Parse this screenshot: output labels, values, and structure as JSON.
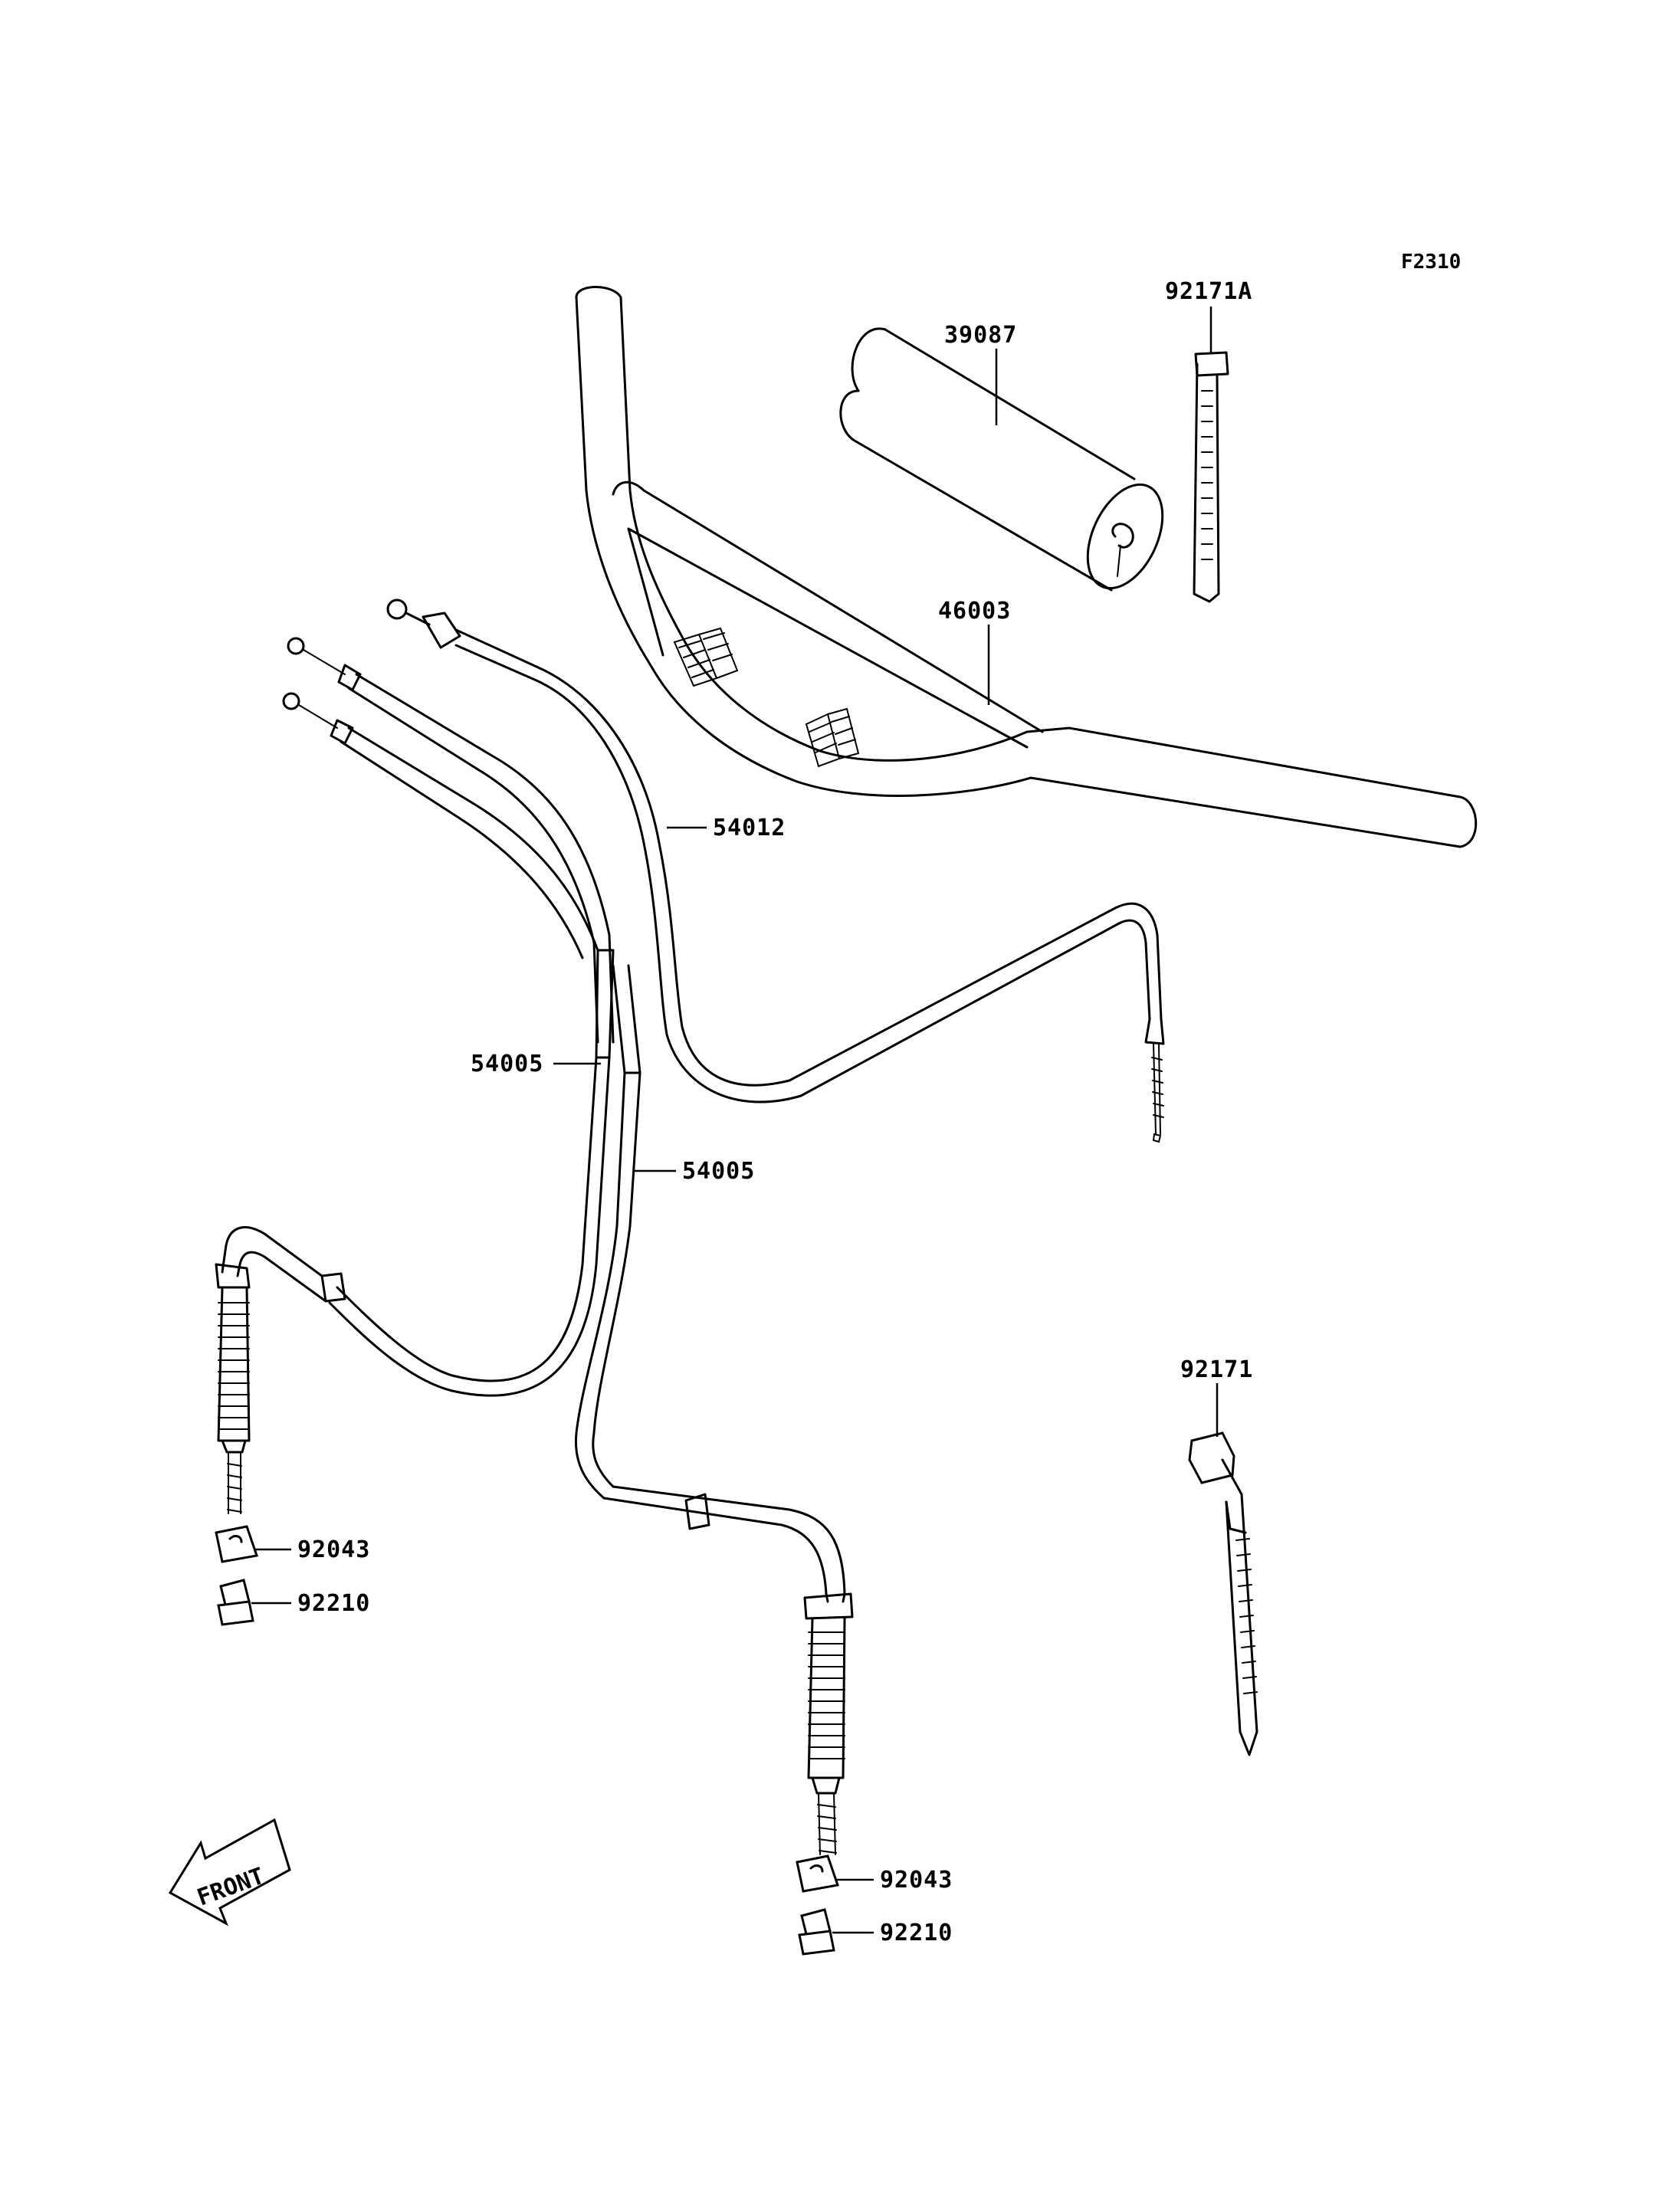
{
  "figure": {
    "code": "F2310",
    "front_label": "FRONT"
  },
  "parts": [
    {
      "number": "92171A",
      "item": "cable-tie-small"
    },
    {
      "number": "39087",
      "item": "handlebar-pad"
    },
    {
      "number": "46003",
      "item": "handlebar"
    },
    {
      "number": "54012",
      "item": "throttle-cable"
    },
    {
      "number": "54005",
      "item": "brake-cable-left"
    },
    {
      "number": "54005",
      "item": "brake-cable-right"
    },
    {
      "number": "92171",
      "item": "cable-tie-large"
    },
    {
      "number": "92043",
      "item": "adjuster-nut-left"
    },
    {
      "number": "92210",
      "item": "adjuster-nut-cap-left"
    },
    {
      "number": "92043",
      "item": "adjuster-nut-right"
    },
    {
      "number": "92210",
      "item": "adjuster-nut-cap-right"
    }
  ],
  "colors": {
    "line": "#000000",
    "background": "#ffffff"
  }
}
